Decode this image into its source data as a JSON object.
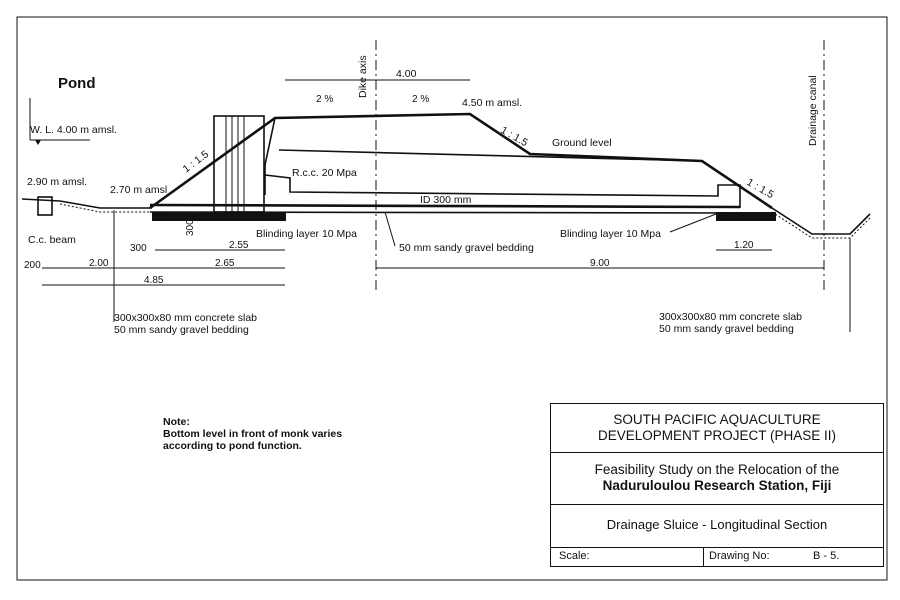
{
  "labels": {
    "pond": "Pond",
    "water_level": "W. L. 4.00 m amsl.",
    "level_290": "2.90 m amsl.",
    "level_270": "2.70 m amsl",
    "level_450": "4.50 m amsl.",
    "dike_axis": "Dike axis",
    "drainage_canal": "Drainage canal",
    "crest_width": "4.00",
    "slope_left_crest": "2 %",
    "slope_right_crest": "2 %",
    "slope_ratio_right_top": "1 : 1.5",
    "slope_ratio_left": "1 : 1.5",
    "slope_ratio_right_bottom": "1 : 1.5",
    "ground_level": "Ground level",
    "rcc": "R.c.c. 20 Mpa",
    "pipe": "ID 300 mm",
    "cc_beam": "C.c. beam",
    "blinding_left": "Blinding layer 10 Mpa",
    "blinding_right": "Blinding layer 10 Mpa",
    "gravel_bedding": "50 mm sandy gravel bedding",
    "dim_300_v": "300",
    "dim_300_h": "300",
    "dim_200": "200",
    "dim_200_m": "2.00",
    "dim_255": "2.55",
    "dim_265": "2.65",
    "dim_485": "4.85",
    "dim_900": "9.00",
    "dim_120": "1.20",
    "slab_left_1": "300x300x80 mm concrete slab",
    "slab_left_2": "50 mm sandy gravel bedding",
    "slab_right_1": "300x300x80 mm concrete slab",
    "slab_right_2": "50 mm sandy gravel bedding"
  },
  "note": {
    "heading": "Note:",
    "line1": "Bottom level in front of monk varies",
    "line2": "according to pond function."
  },
  "title_block": {
    "org_line1": "SOUTH PACIFIC AQUACULTURE",
    "org_line2": "DEVELOPMENT PROJECT (PHASE II)",
    "study_line1": "Feasibility Study on the Relocation of the",
    "study_line2": "Naduruloulou Research Station, Fiji",
    "drawing_title": "Drainage Sluice - Longitudinal Section",
    "scale_label": "Scale:",
    "drawing_no_label": "Drawing No:",
    "drawing_no": "B - 5."
  }
}
